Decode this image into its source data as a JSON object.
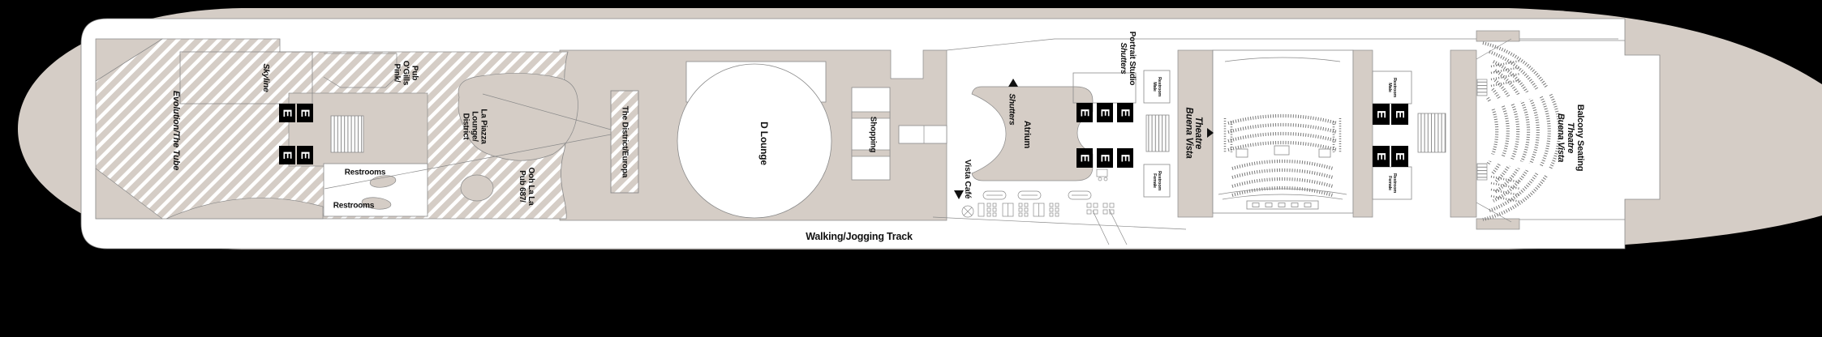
{
  "colors": {
    "background": "#000000",
    "hull_tan": "#d5cdc6",
    "deck_white": "#ffffff",
    "outline_gray": "#8a8a8a",
    "label_black": "#111111",
    "elevator_black": "#000000",
    "elevator_white": "#ffffff"
  },
  "venues": {
    "skyline": {
      "label": "Skyline"
    },
    "evolution": {
      "label": "Evolution/The Tube"
    },
    "pink_ogills": {
      "lines": [
        "Pink/",
        "O'Gills",
        "Pub"
      ]
    },
    "district_lounge": {
      "lines": [
        "District",
        "Lounge/",
        "La Piazza"
      ]
    },
    "pub_687": {
      "lines": [
        "Pub 687/",
        "Ooh La La"
      ]
    },
    "the_district": {
      "label": "The District/Europa"
    },
    "d_lounge": {
      "label": "D Lounge"
    },
    "shopping": {
      "label": "Shopping"
    },
    "vista_cafe": {
      "label": "Vista Café"
    },
    "atrium": {
      "label": "Atrium"
    },
    "shutters": {
      "label": "Shutters"
    },
    "shutters_portrait_studio": {
      "lines": [
        "Shutters",
        "Portrait Studio"
      ]
    },
    "buena_vista_theatre": {
      "lines": [
        "Buena Vista",
        "Theatre"
      ]
    },
    "buena_vista_balcony": {
      "lines": [
        "Buena Vista",
        "Theatre",
        "Balcony Seating"
      ]
    }
  },
  "labels": {
    "restrooms": "Restrooms",
    "male_restroom": {
      "lines": [
        "Male",
        "Restroom"
      ]
    },
    "female_restroom": {
      "lines": [
        "Female",
        "Restroom"
      ]
    },
    "walking_track": "Walking/Jogging Track",
    "elevator_letter": "E"
  }
}
